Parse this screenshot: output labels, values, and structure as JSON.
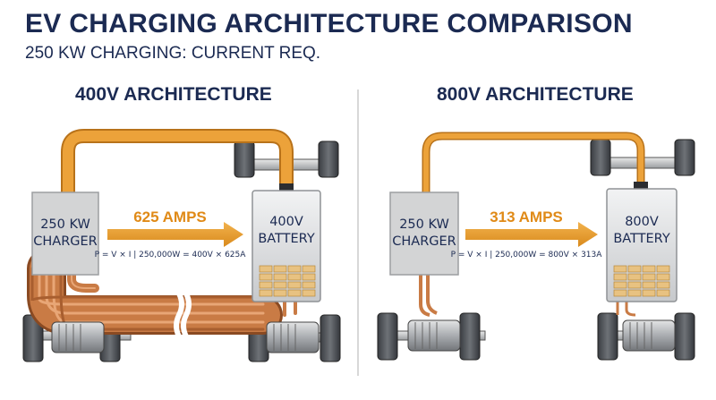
{
  "title": "EV CHARGING ARCHITECTURE COMPARISON",
  "subtitle": "250 KW CHARGING: CURRENT REQ.",
  "colors": {
    "navy": "#1b2a52",
    "orange": "#e89a2c",
    "copper": "#c2713f",
    "gray_box": "#d4d5d6",
    "divider": "#c9c9c9"
  },
  "panels": [
    {
      "heading": "400V ARCHITECTURE",
      "charger_line1": "250 KW",
      "charger_line2": "CHARGER",
      "current": "625 AMPS",
      "formula": "P = V × I | 250,000W = 400V × 625A",
      "battery_line1": "400V",
      "battery_line2": "BATTERY",
      "cable": "thick-copper-cable"
    },
    {
      "heading": "800V ARCHITECTURE",
      "charger_line1": "250 KW",
      "charger_line2": "CHARGER",
      "current": "313 AMPS",
      "formula": "P = V × I | 250,000W = 800V × 313A",
      "battery_line1": "800V",
      "battery_line2": "BATTERY",
      "cable": "thin-copper-cable"
    }
  ]
}
